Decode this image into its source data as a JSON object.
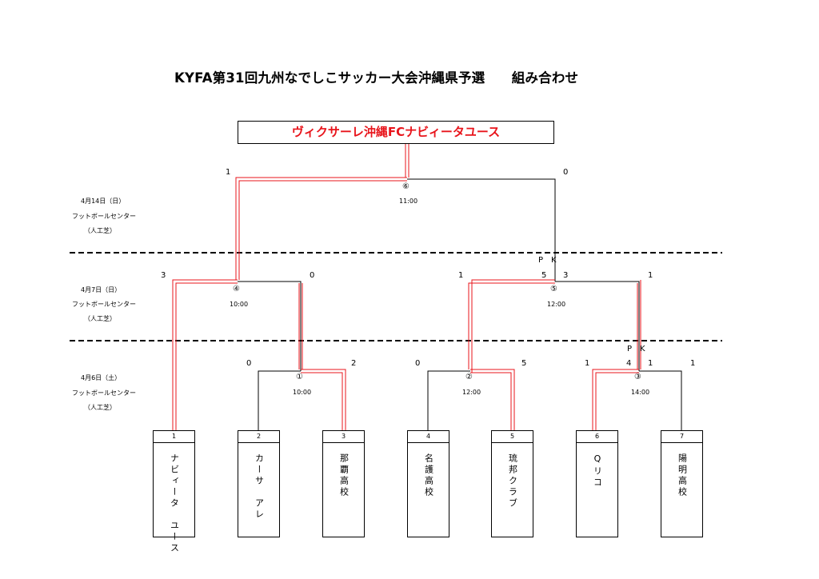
{
  "title": "KYFA第31回九州なでしこサッカー大会沖縄県予選　　組み合わせ",
  "champion": "ヴィクサーレ沖縄FCナビィータユース",
  "rounds": {
    "final": {
      "date": "4月14日（日）",
      "venue": "フットボールセンター",
      "turf": "（人工芝）"
    },
    "semi": {
      "date": "4月7日（日）",
      "venue": "フットボールセンター",
      "turf": "（人工芝）"
    },
    "first": {
      "date": "4月6日（土）",
      "venue": "フットボールセンター",
      "turf": "（人工芝）"
    }
  },
  "matches": {
    "m1": {
      "label": "①",
      "time": "10:00",
      "score_left": "0",
      "score_right": "2"
    },
    "m2": {
      "label": "②",
      "time": "12:00",
      "score_left": "0",
      "score_right": "5"
    },
    "m3": {
      "label": "③",
      "time": "14:00",
      "score_left": "1",
      "score_right": "1",
      "pk_label": "P　K",
      "pk_left": "4",
      "pk_right": "1"
    },
    "m4": {
      "label": "④",
      "time": "10:00",
      "score_left": "3",
      "score_right": "0"
    },
    "m5": {
      "label": "⑤",
      "time": "12:00",
      "score_left": "1",
      "score_right": "1",
      "pk_label": "P　K",
      "pk_left": "5",
      "pk_right": "3"
    },
    "m6": {
      "label": "⑥",
      "time": "11:00",
      "score_left": "1",
      "score_right": "0"
    }
  },
  "teams": [
    {
      "num": "1",
      "name": "ナビィータ　ユース"
    },
    {
      "num": "2",
      "name": "カーサ　アレ"
    },
    {
      "num": "3",
      "name": "那覇高校"
    },
    {
      "num": "4",
      "name": "名護高校"
    },
    {
      "num": "5",
      "name": "琉邦クラブ"
    },
    {
      "num": "6",
      "name": "Qリコ"
    },
    {
      "num": "7",
      "name": "陽明高校"
    }
  ],
  "colors": {
    "winner_line": "#e8141b",
    "line": "#000000",
    "champion_text": "#e8141b"
  }
}
